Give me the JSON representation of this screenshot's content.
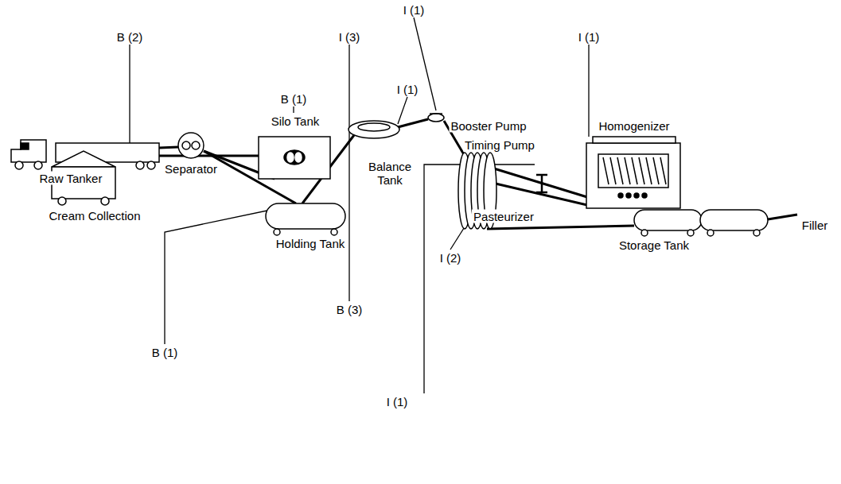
{
  "diagram": {
    "labels": [
      "I (1)",
      "B (2)",
      "I (3)",
      "I (1)",
      "I (1)",
      "B (1)",
      "Silo Tank",
      "Booster Pump",
      "Homogenizer",
      "Timing Pump",
      "Separator",
      "Raw Tanker",
      "Balance Tank",
      "Cream Collection",
      "Pasteurizer",
      "Filler",
      "Holding Tank",
      "Storage Tank",
      "I (2)",
      "B (3)",
      "B (1)",
      "I (1)"
    ]
  }
}
